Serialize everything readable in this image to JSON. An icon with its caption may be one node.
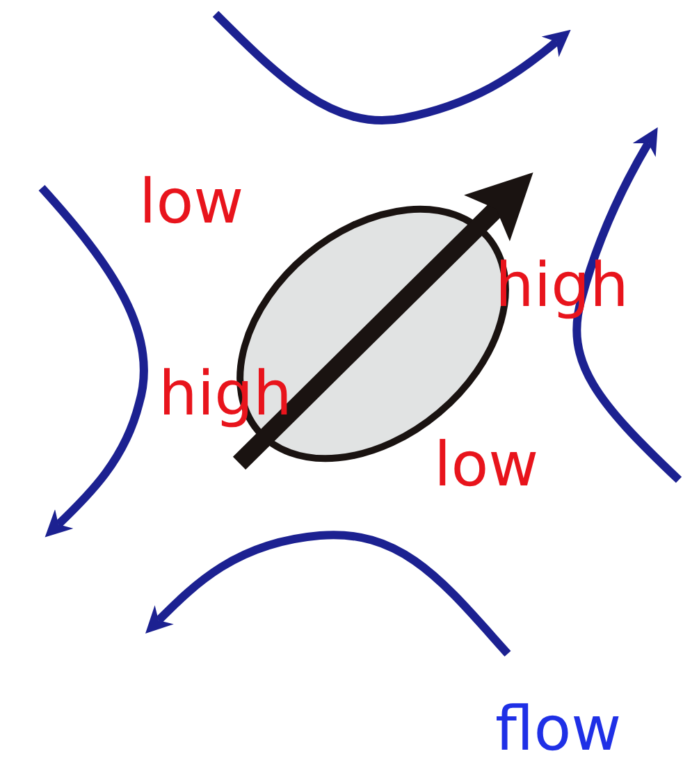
{
  "diagram": {
    "labels": [
      "low",
      "high",
      "high",
      "low",
      "flow"
    ]
  }
}
